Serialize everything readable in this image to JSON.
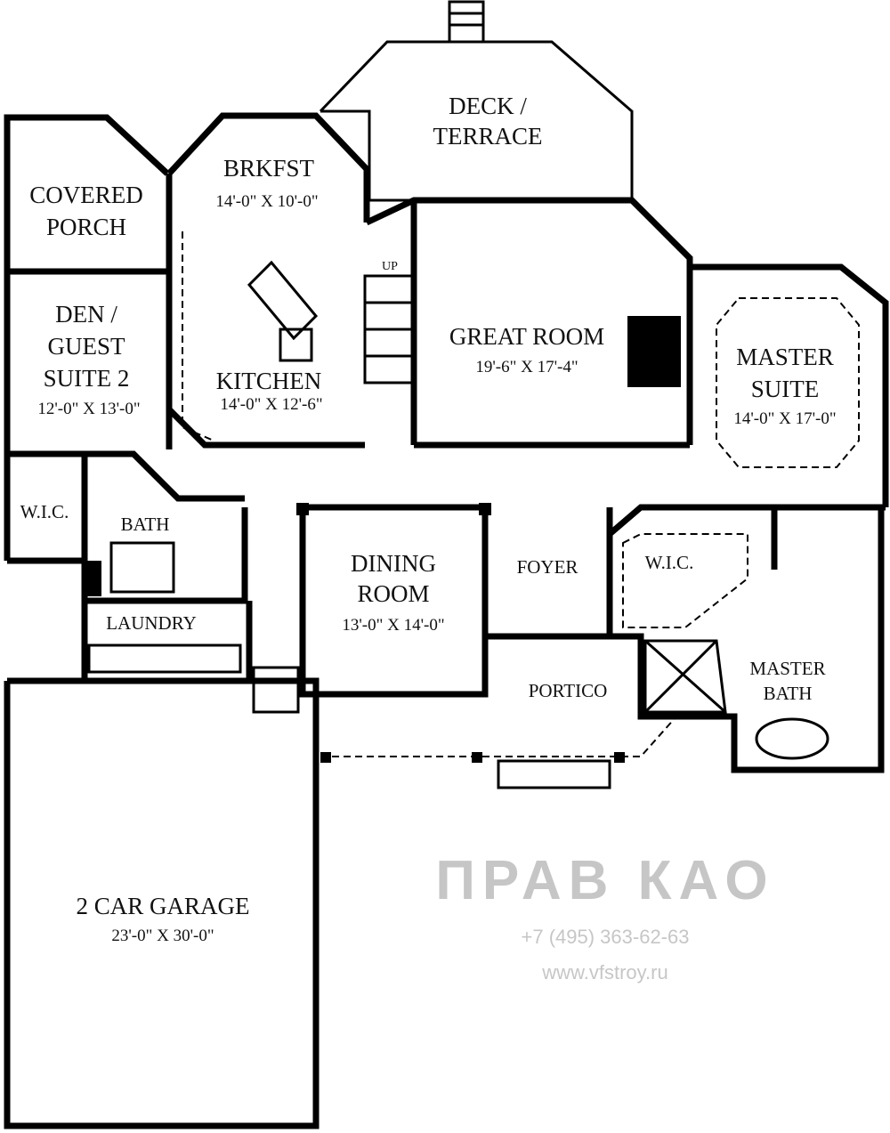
{
  "rooms": {
    "deck": {
      "line1": "DECK /",
      "line2": "TERRACE"
    },
    "brkfst": {
      "name": "BRKFST",
      "size": "14'-0\" X 10'-0\""
    },
    "covered_porch": {
      "line1": "COVERED",
      "line2": "PORCH"
    },
    "den": {
      "line1": "DEN /",
      "line2": "GUEST",
      "line3": "SUITE 2",
      "size": "12'-0\" X 13'-0\""
    },
    "kitchen": {
      "name": "KITCHEN",
      "size": "14'-0\" X 12'-6\""
    },
    "great_room": {
      "name": "GREAT ROOM",
      "size": "19'-6\" X 17'-4\""
    },
    "master_suite": {
      "line1": "MASTER",
      "line2": "SUITE",
      "size": "14'-0\" X 17'-0\""
    },
    "wic_left": {
      "name": "W.I.C."
    },
    "bath": {
      "name": "BATH"
    },
    "laundry": {
      "name": "LAUNDRY"
    },
    "dining": {
      "line1": "DINING",
      "line2": "ROOM",
      "size": "13'-0\" X 14'-0\""
    },
    "foyer": {
      "name": "FOYER"
    },
    "wic_master": {
      "name": "W.I.C."
    },
    "master_bath": {
      "line1": "MASTER",
      "line2": "BATH"
    },
    "portico": {
      "name": "PORTICO"
    },
    "garage": {
      "name": "2 CAR GARAGE",
      "size": "23'-0\" X 30'-0\""
    }
  },
  "stair_label": "UP",
  "watermark": {
    "logo": "ПРАВ КАО",
    "phone": "+7 (495) 363-62-63",
    "url": "www.vfstroy.ru"
  }
}
